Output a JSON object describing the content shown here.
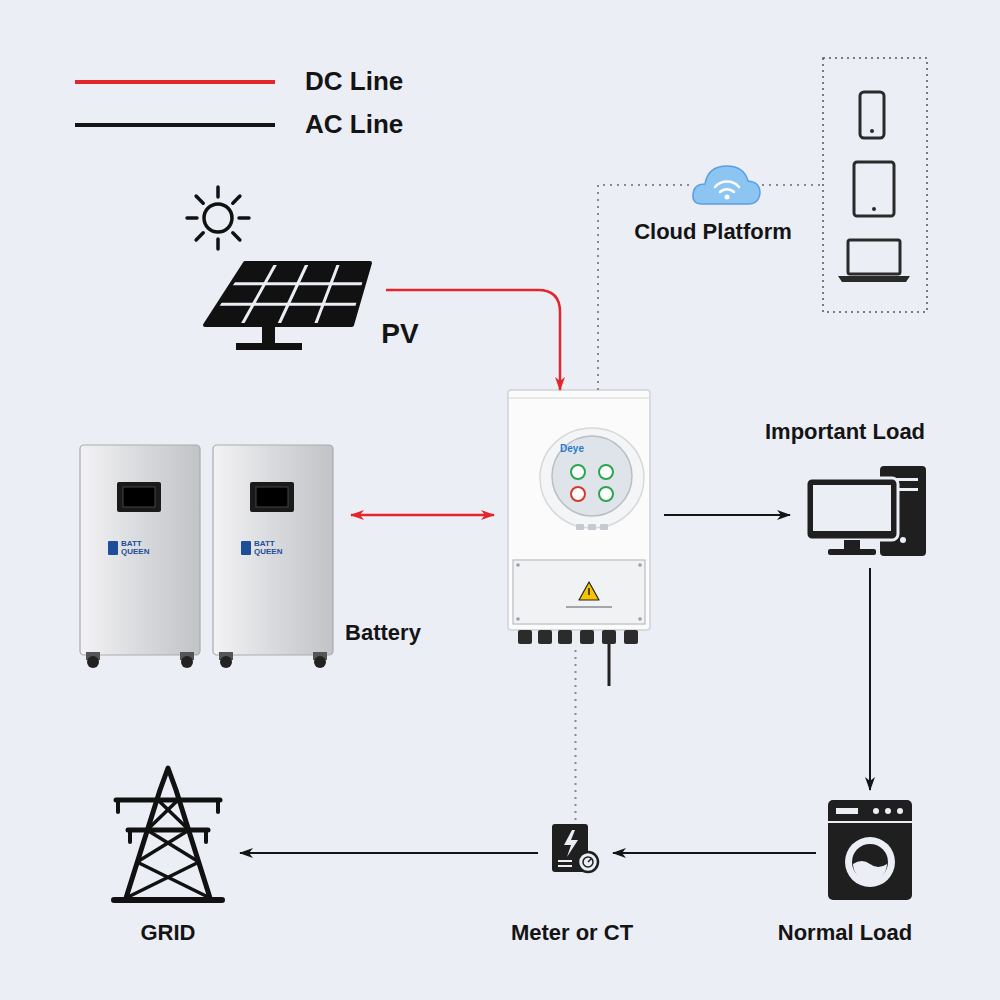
{
  "diagram": {
    "nodes": [
      {
        "text": [
          "PV"
        ]
      },
      {
        "text": [
          "Cloud Platform"
        ]
      },
      {
        "text": [
          "Deye"
        ]
      },
      {
        "text": [
          "Battery"
        ]
      },
      {
        "text": [
          "Important Load"
        ]
      },
      {
        "text": [
          "Normal Load"
        ]
      },
      {
        "text": [
          "Meter or CT"
        ]
      },
      {
        "text": [
          "GRID"
        ]
      }
    ],
    "edges": [
      {
        "from": 0,
        "to": 2,
        "arrow": "to"
      },
      {
        "from": 2,
        "to": 3,
        "arrow": "both"
      },
      {
        "from": 2,
        "to": 4,
        "arrow": "to"
      },
      {
        "from": 4,
        "to": 5,
        "arrow": "to"
      },
      {
        "from": 5,
        "to": 6,
        "arrow": "to"
      },
      {
        "from": 6,
        "to": 7,
        "arrow": "to"
      },
      {
        "from": 2,
        "to": 1,
        "arrow": "none"
      },
      {
        "from": 2,
        "to": 6,
        "arrow": "none"
      }
    ],
    "labels": [
      "BATT QUEEN",
      "BATT QUEEN"
    ],
    "legend": [
      {
        "text": "DC Line"
      },
      {
        "text": "AC Line"
      }
    ]
  }
}
